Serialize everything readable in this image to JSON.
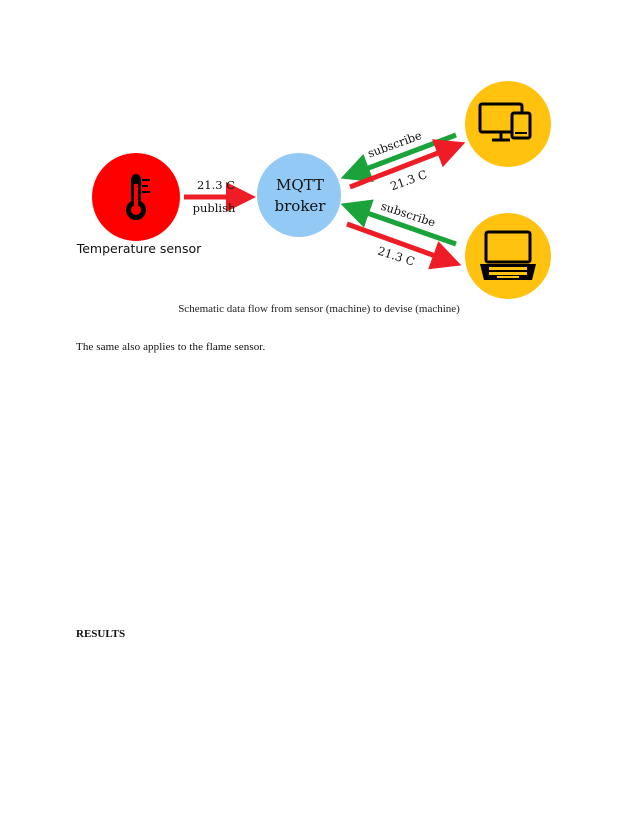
{
  "diagram": {
    "sensor_label": "Temperature sensor",
    "broker_line1": "MQTT",
    "broker_line2": "broker",
    "publish_value": "21.3 C",
    "publish_label": "publish",
    "subscribe_label_top": "subscribe",
    "value_label_top": "21.3 C",
    "subscribe_label_bottom": "subscribe",
    "value_label_bottom": "21.3 C",
    "colors": {
      "sensor": "#ff0000",
      "broker": "#92c9f5",
      "device": "#ffc20e",
      "arrow_red": "#ee1c25",
      "arrow_green": "#1aa33a"
    },
    "icons": [
      "thermometer-icon",
      "desktop-tablet-icon",
      "laptop-icon"
    ]
  },
  "caption": "Schematic data flow from sensor (machine) to devise (machine)",
  "paragraph": "The same also applies to the flame sensor.",
  "heading": "RESULTS"
}
